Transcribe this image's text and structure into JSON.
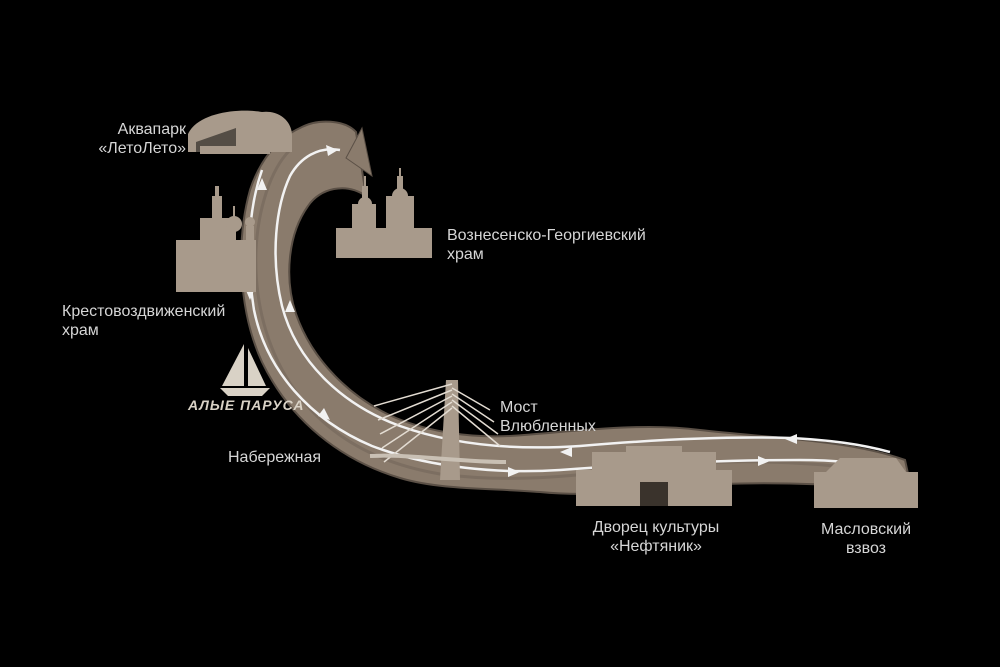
{
  "colors": {
    "background": "#000000",
    "river": "#8a7b6c",
    "river_edge": "#5b5046",
    "route": "#f2f2f2",
    "landmark": "#a89a8b",
    "label": "#d6d6d6"
  },
  "logo": {
    "text": "АЛЫЕ ПАРУСА",
    "icon": "sailboat-icon"
  },
  "labels": {
    "aquapark": {
      "line1": "Аквапарк",
      "line2": "«ЛетоЛето»"
    },
    "voznesensky": {
      "line1": "Вознесенско-Георгиевский",
      "line2": "храм"
    },
    "krestovozdvizhensky": {
      "line1": "Крестовоздвиженский",
      "line2": "храм"
    },
    "naberezhnaya": {
      "line1": "Набережная"
    },
    "most": {
      "line1": "Мост",
      "line2": "Влюбленных"
    },
    "dvorets": {
      "line1": "Дворец культуры",
      "line2": "«Нефтяник»"
    },
    "maslovsky": {
      "line1": "Масловский",
      "line2": "взвоз"
    }
  }
}
